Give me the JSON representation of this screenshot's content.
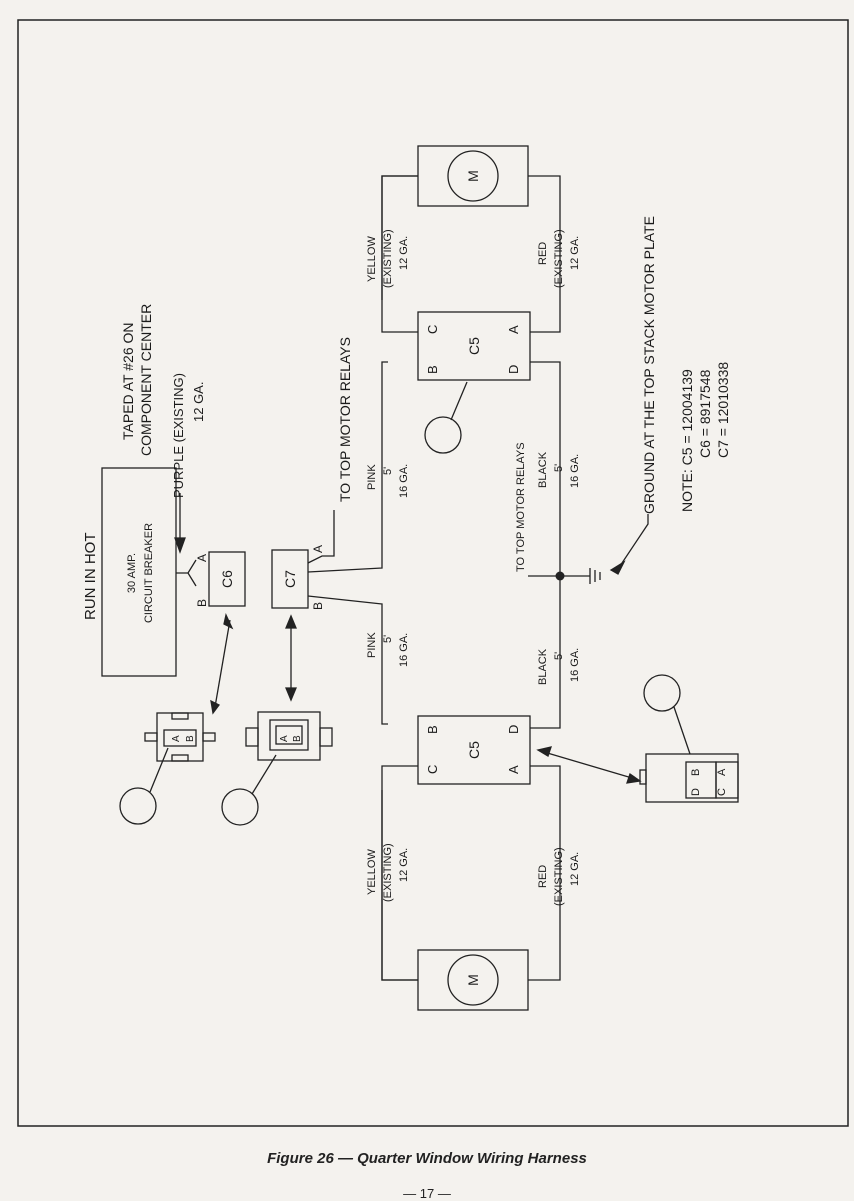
{
  "labels": {
    "run_in_hot": "RUN IN HOT",
    "breaker_line1": "30 AMP.",
    "breaker_line2": "CIRCUIT BREAKER",
    "taped_line1": "TAPED AT #26 ON",
    "taped_line2": "COMPONENT CENTER",
    "purple_line1": "PURPLE (EXISTING)",
    "purple_line2": "12 GA.",
    "to_top_relays_upper": "TO TOP MOTOR RELAYS",
    "to_top_relays_lower": "TO TOP MOTOR RELAYS",
    "ground_plate": "GROUND AT THE TOP STACK MOTOR PLATE"
  },
  "connectors": {
    "c6": "C6",
    "c7": "C7",
    "c5": "C5",
    "pin_a": "A",
    "pin_b": "B",
    "pin_c": "C",
    "pin_d": "D",
    "motor": "M"
  },
  "wires": {
    "pink": "PINK",
    "five_ft": "5'",
    "ga16": "16 GA.",
    "ga12": "12 GA.",
    "black": "BLACK",
    "yellow": "YELLOW",
    "red": "RED",
    "existing": "(EXISTING)"
  },
  "note": {
    "c5": "NOTE:  C5  =  12004139",
    "c6": "C6  =  8917548",
    "c7": "C7  =  12010338"
  },
  "caption": "Figure 26 — Quarter Window Wiring Harness",
  "page_number": "— 17 —"
}
